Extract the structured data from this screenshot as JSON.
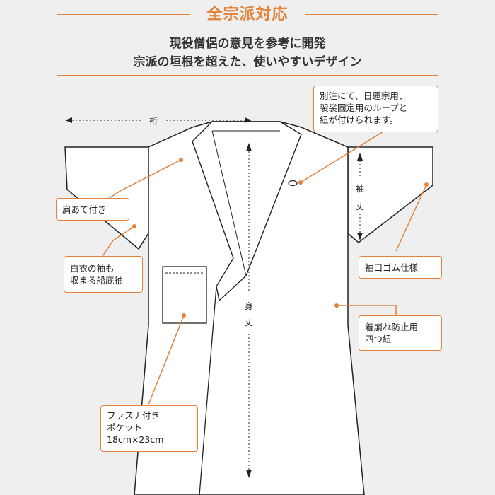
{
  "heading": {
    "title": "全宗派対応",
    "subtitle_line1": "現役僧侶の意見を参考に開発",
    "subtitle_line2": "宗派の垣根を超えた、使いやすいデザイン"
  },
  "dimensions": {
    "yuki": "裄",
    "sodetake_1": "袖",
    "sodetake_2": "丈",
    "mitake_1": "身",
    "mitake_2": "丈"
  },
  "callouts": {
    "loop": {
      "line1": "別注にて、日蓮宗用、",
      "line2": "袈裟固定用のループと",
      "line3": "紐が付けられます。"
    },
    "shoulder": {
      "line1": "肩あて付き"
    },
    "sleeve_bottom": {
      "line1": "白衣の袖も",
      "line2": "収まる船底袖"
    },
    "cuff": {
      "line1": "袖口ゴム仕様"
    },
    "ties": {
      "line1": "着崩れ防止用",
      "line2": "四つ紐"
    },
    "pocket": {
      "line1": "ファスナ付き",
      "line2": "ポケット",
      "line3": "18cm×23cm"
    }
  },
  "colors": {
    "accent": "#e3823a",
    "background": "#efefef",
    "garment": "#ffffff",
    "outline": "#222222"
  }
}
